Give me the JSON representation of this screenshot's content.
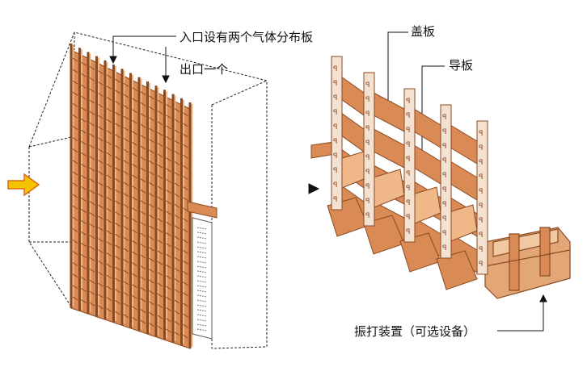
{
  "labels": {
    "inlet": "入口设有两个气体分布板",
    "outlet": "出口一个",
    "cover_plate": "盖板",
    "guide_plate": "导板",
    "rapping_device": "振打装置（可选设备）"
  },
  "colors": {
    "copper": "#d98a55",
    "copper_dark": "#8a4a22",
    "copper_light": "#f0b889",
    "arrow_yellow": "#f5c400",
    "arrow_orange": "#e06a10"
  }
}
